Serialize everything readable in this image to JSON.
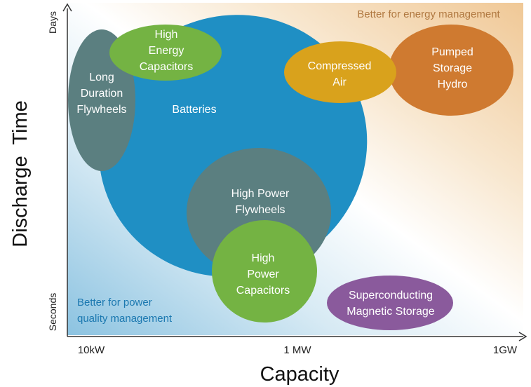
{
  "diagram": {
    "y_axis_title": "Discharge  Time",
    "x_axis_title": "Capacity",
    "y_ticks": {
      "top": "Days",
      "bottom": "Seconds"
    },
    "x_ticks": {
      "left": "10kW",
      "middle": "1 MW",
      "right": "1GW"
    },
    "corner_notes": {
      "top_right": "Better for energy management",
      "bottom_left": [
        "Better for power",
        "quality management"
      ]
    },
    "technologies": [
      {
        "id": "batteries",
        "lines": [
          "Batteries"
        ],
        "color": "#1f8fc4"
      },
      {
        "id": "long-duration-flywheels",
        "lines": [
          "Long",
          "Duration",
          "Flywheels"
        ],
        "color": "#5b7f80"
      },
      {
        "id": "high-energy-capacitors",
        "lines": [
          "High",
          "Energy",
          "Capacitors"
        ],
        "color": "#74b343"
      },
      {
        "id": "high-power-flywheels",
        "lines": [
          "High Power",
          "Flywheels"
        ],
        "color": "#5b7f80"
      },
      {
        "id": "high-power-capacitors",
        "lines": [
          "High",
          "Power",
          "Capacitors"
        ],
        "color": "#74b343"
      },
      {
        "id": "compressed-air",
        "lines": [
          "Compressed",
          "Air"
        ],
        "color": "#d9a21c"
      },
      {
        "id": "pumped-storage-hydro",
        "lines": [
          "Pumped",
          "Storage",
          "Hydro"
        ],
        "color": "#cf7a30"
      },
      {
        "id": "superconducting-magnetic-storage",
        "lines": [
          "Superconducting",
          "Magnetic Storage"
        ],
        "color": "#8a5a9c"
      }
    ],
    "colors": {
      "energy_region": "#f0c896",
      "power_region": "#8cc3e1",
      "axis": "#333333",
      "energy_note_text": "#b07840",
      "power_note_text": "#1b78b0"
    }
  }
}
